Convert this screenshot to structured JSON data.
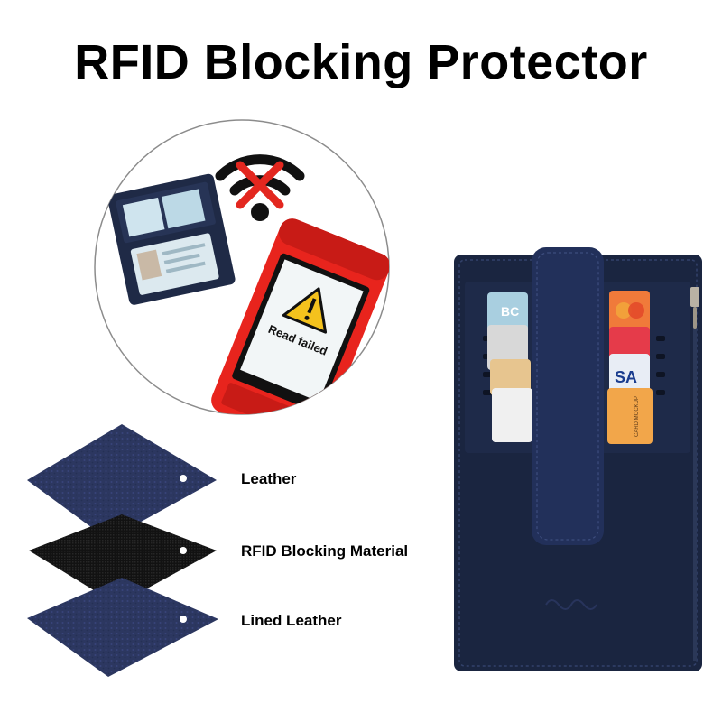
{
  "title": "RFID Blocking Protector",
  "terminal": {
    "screen_message": "Read failed"
  },
  "layers": [
    {
      "label": "Leather"
    },
    {
      "label": "RFID Blocking Material"
    },
    {
      "label": "Lined Leather"
    }
  ],
  "cards": {
    "top_partial": "BC",
    "visa_partial": "SA",
    "mockup_label": "CARD MOCKUP"
  },
  "colors": {
    "wallet_navy": "#1a2540",
    "terminal_red": "#e8241d",
    "warning_yellow": "#f4c21d",
    "blocked_red": "#e3271f"
  }
}
